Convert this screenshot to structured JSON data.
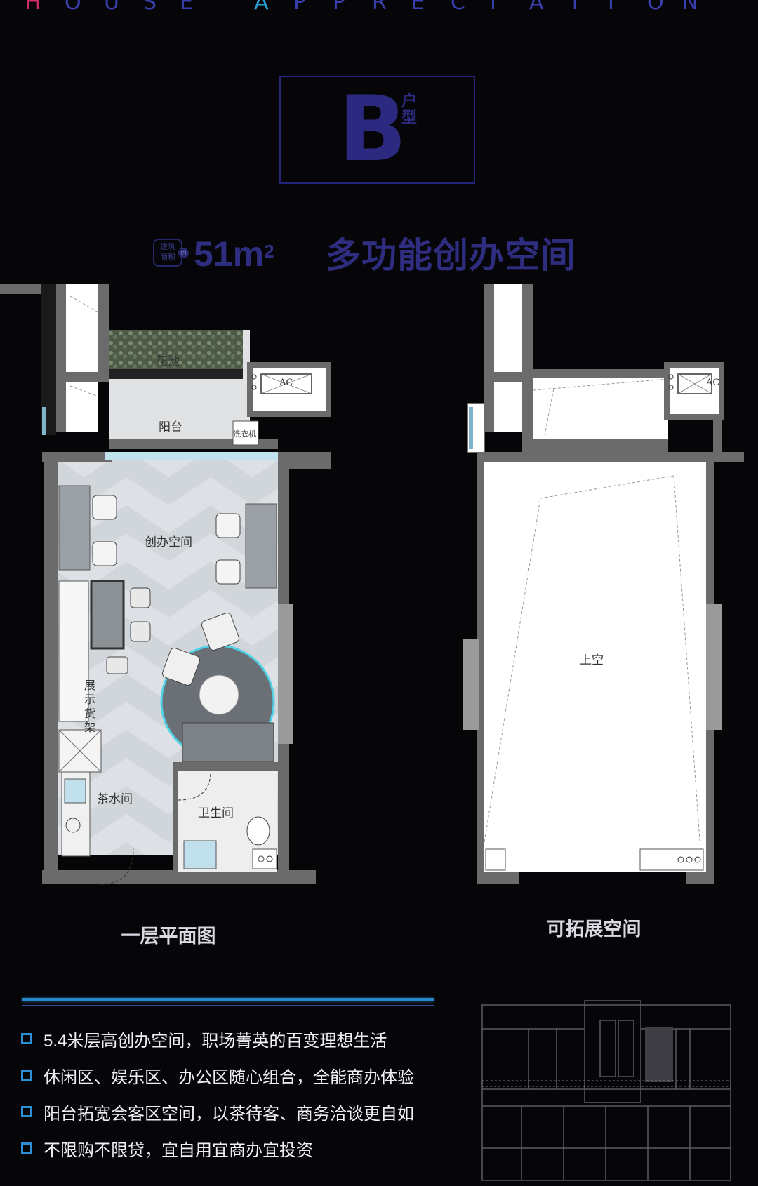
{
  "header": {
    "title_letters": [
      "H",
      "O",
      "U",
      "S",
      "E",
      "A",
      "P",
      "P",
      "R",
      "E",
      "C",
      "I",
      "A",
      "T",
      "I",
      "O",
      "N"
    ],
    "accent_colors": [
      "#d02a68",
      "#3a3fb0",
      "#2aa0d8"
    ]
  },
  "badge": {
    "letter": "B",
    "suffix": "户型"
  },
  "area": {
    "tag_line1": "建筑",
    "tag_line2": "面积",
    "tag_symbol": "约",
    "value": "51m",
    "superscript": "2",
    "unit_title": "多功能创办空间"
  },
  "plans": [
    {
      "caption": "一层平面图",
      "rooms": {
        "flower_bed": "花池",
        "balcony": "阳台",
        "washer": "洗衣机",
        "ac": "AC",
        "startup_space": "创办空间",
        "display_shelf": "展示货架",
        "tea_room": "茶水间",
        "bathroom": "卫生间"
      }
    },
    {
      "caption": "可拓展空间",
      "rooms": {
        "ac": "AC",
        "void": "上空"
      }
    }
  ],
  "features": [
    "5.4米层高创办空间，职场菁英的百变理想生活",
    "休闲区、娱乐区、办公区随心组合，全能商办体验",
    "阳台拓宽会客区空间，以茶待客、商务洽谈更自如",
    "不限购不限贷，宜自用宜商办宜投资"
  ],
  "colors": {
    "background": "#060608",
    "title_indigo": "#2e2d80",
    "divider_blue": "#2389c8",
    "wall": "#6b6b6b"
  }
}
